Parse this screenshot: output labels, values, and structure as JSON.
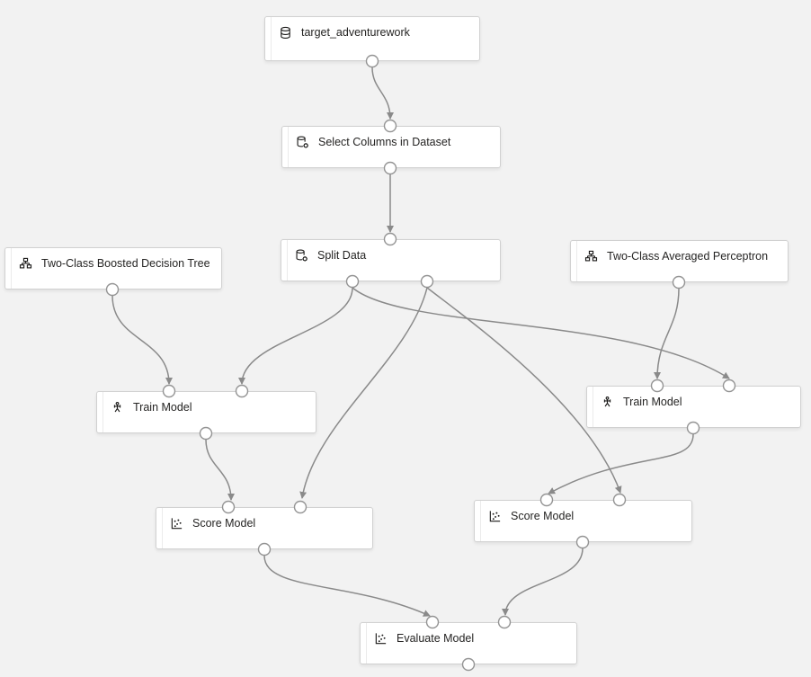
{
  "canvas": {
    "background_color": "#f2f2f2",
    "node_fill_color": "#ffffff",
    "node_border_color": "#d1d1d1",
    "edge_color": "#8a8a8a",
    "port_fill_color": "#ffffff",
    "port_stroke_color": "#949494",
    "text_color": "#252423"
  },
  "nodes": [
    {
      "label": "target_adventurework",
      "icon": "database-icon"
    },
    {
      "label": "Select Columns in Dataset",
      "icon": "database-gear-icon"
    },
    {
      "label": "Split Data",
      "icon": "database-gear-icon"
    },
    {
      "label": "Two-Class Boosted Decision Tree",
      "icon": "hierarchy-icon"
    },
    {
      "label": "Two-Class Averaged Perceptron",
      "icon": "hierarchy-icon"
    },
    {
      "label": "Train Model",
      "icon": "train-model-icon"
    },
    {
      "label": "Train Model",
      "icon": "train-model-icon"
    },
    {
      "label": "Score Model",
      "icon": "scatter-plot-icon"
    },
    {
      "label": "Score Model",
      "icon": "scatter-plot-icon"
    },
    {
      "label": "Evaluate Model",
      "icon": "scatter-plot-icon"
    }
  ],
  "edges": [
    {
      "from": "target_adventurework.output",
      "to": "Select Columns in Dataset.input"
    },
    {
      "from": "Select Columns in Dataset.output",
      "to": "Split Data.input"
    },
    {
      "from": "Two-Class Boosted Decision Tree.output",
      "to": "Train Model (left).input-1"
    },
    {
      "from": "Split Data.output-1",
      "to": "Train Model (left).input-2"
    },
    {
      "from": "Split Data.output-1",
      "to": "Train Model (right).input-2"
    },
    {
      "from": "Split Data.output-2",
      "to": "Score Model (left).input-2"
    },
    {
      "from": "Split Data.output-2",
      "to": "Score Model (right).input-2"
    },
    {
      "from": "Two-Class Averaged Perceptron.output",
      "to": "Train Model (right).input-1"
    },
    {
      "from": "Train Model (left).output",
      "to": "Score Model (left).input-1"
    },
    {
      "from": "Train Model (right).output",
      "to": "Score Model (right).input-1"
    },
    {
      "from": "Score Model (left).output",
      "to": "Evaluate Model.input-1"
    },
    {
      "from": "Score Model (right).output",
      "to": "Evaluate Model.input-2"
    }
  ]
}
